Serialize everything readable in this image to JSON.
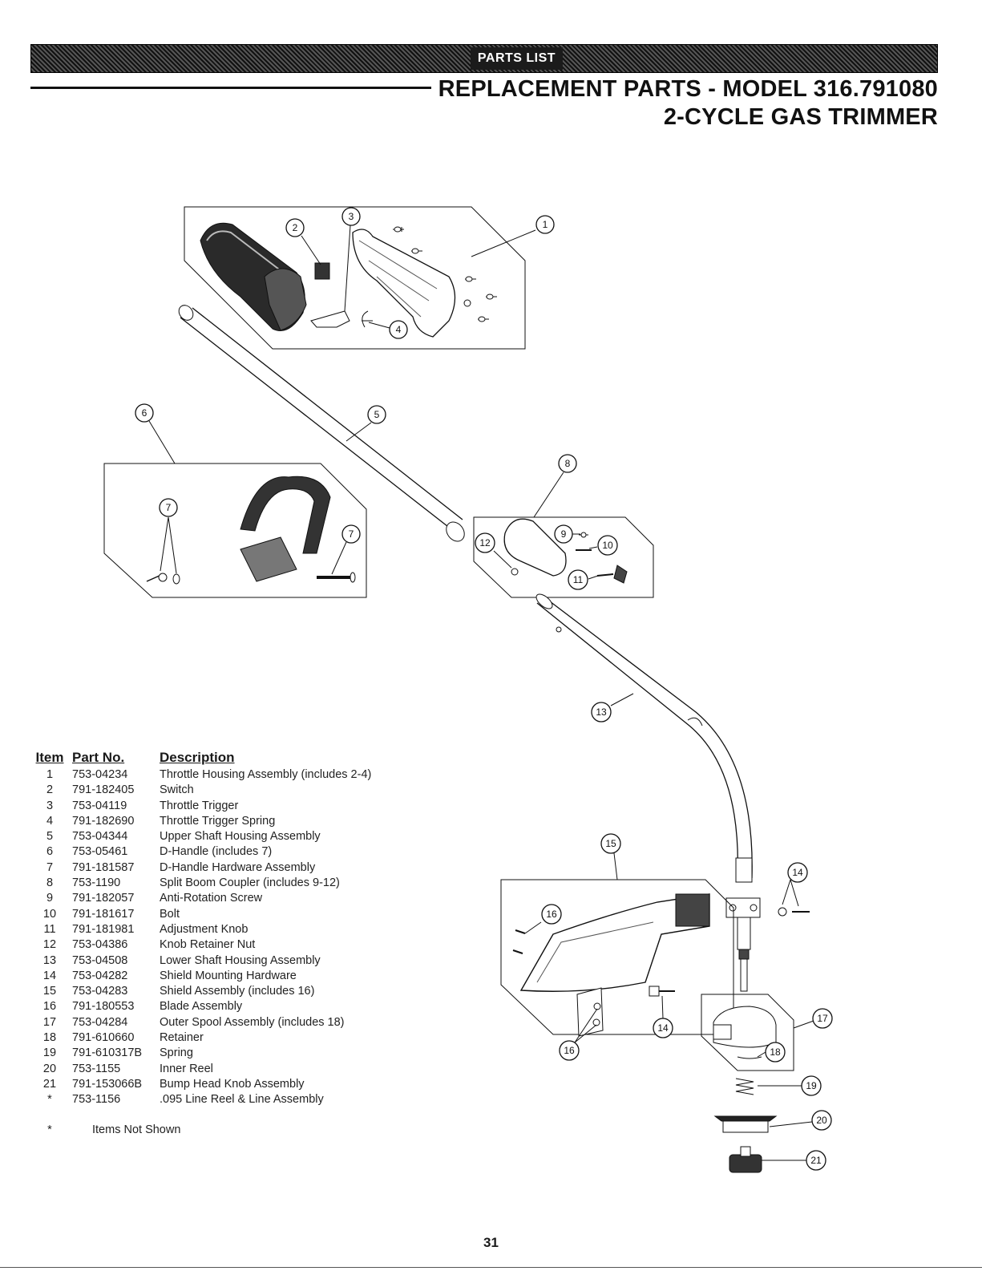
{
  "header": {
    "banner": "PARTS LIST",
    "title_line1": "REPLACEMENT PARTS - MODEL 316.791080",
    "title_line2": "2-CYCLE GAS TRIMMER"
  },
  "table": {
    "headers": {
      "item": "Item",
      "part": "Part No.",
      "desc": "Description"
    },
    "rows": [
      {
        "item": "1",
        "part": "753-04234",
        "desc": "Throttle Housing Assembly (includes 2-4)"
      },
      {
        "item": "2",
        "part": "791-182405",
        "desc": "Switch"
      },
      {
        "item": "3",
        "part": "753-04119",
        "desc": "Throttle Trigger"
      },
      {
        "item": "4",
        "part": "791-182690",
        "desc": "Throttle Trigger Spring"
      },
      {
        "item": "5",
        "part": "753-04344",
        "desc": "Upper Shaft Housing Assembly"
      },
      {
        "item": "6",
        "part": "753-05461",
        "desc": "D-Handle (includes 7)"
      },
      {
        "item": "7",
        "part": "791-181587",
        "desc": "D-Handle Hardware Assembly"
      },
      {
        "item": "8",
        "part": "753-1190",
        "desc": "Split Boom Coupler (includes 9-12)"
      },
      {
        "item": "9",
        "part": "791-182057",
        "desc": "Anti-Rotation Screw"
      },
      {
        "item": "10",
        "part": "791-181617",
        "desc": "Bolt"
      },
      {
        "item": "11",
        "part": "791-181981",
        "desc": "Adjustment Knob"
      },
      {
        "item": "12",
        "part": "753-04386",
        "desc": "Knob Retainer Nut"
      },
      {
        "item": "13",
        "part": "753-04508",
        "desc": "Lower Shaft Housing Assembly"
      },
      {
        "item": "14",
        "part": "753-04282",
        "desc": "Shield Mounting Hardware"
      },
      {
        "item": "15",
        "part": "753-04283",
        "desc": "Shield Assembly (includes 16)"
      },
      {
        "item": "16",
        "part": "791-180553",
        "desc": "Blade Assembly"
      },
      {
        "item": "17",
        "part": "753-04284",
        "desc": "Outer Spool Assembly (includes 18)"
      },
      {
        "item": "18",
        "part": "791-610660",
        "desc": "Retainer"
      },
      {
        "item": "19",
        "part": "791-610317B",
        "desc": "Spring"
      },
      {
        "item": "20",
        "part": "753-1155",
        "desc": "Inner Reel"
      },
      {
        "item": "21",
        "part": "791-153066B",
        "desc": "Bump Head Knob Assembly"
      },
      {
        "item": "*",
        "part": "753-1156",
        "desc": ".095 Line Reel & Line Assembly"
      }
    ],
    "footnote_mark": "*",
    "footnote": "Items Not Shown"
  },
  "callouts": {
    "c1": "1",
    "c2": "2",
    "c3": "3",
    "c4": "4",
    "c5": "5",
    "c6": "6",
    "c7a": "7",
    "c7b": "7",
    "c8": "8",
    "c9": "9",
    "c10": "10",
    "c11": "11",
    "c12": "12",
    "c13": "13",
    "c14a": "14",
    "c14b": "14",
    "c15": "15",
    "c16a": "16",
    "c16b": "16",
    "c17": "17",
    "c18": "18",
    "c19": "19",
    "c20": "20",
    "c21": "21"
  },
  "page_number": "31"
}
